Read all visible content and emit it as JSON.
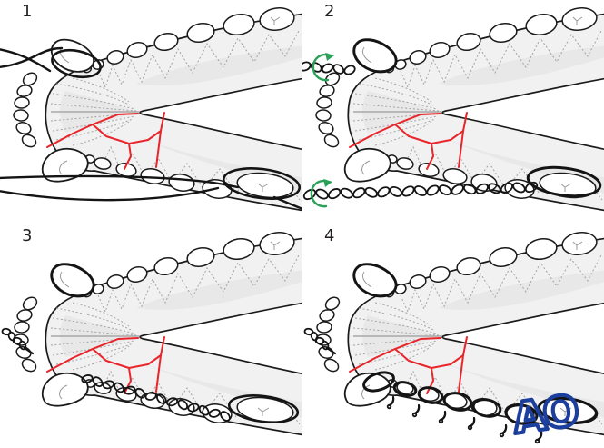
{
  "figure": {
    "panels": [
      {
        "number": "1"
      },
      {
        "number": "2"
      },
      {
        "number": "3"
      },
      {
        "number": "4"
      }
    ],
    "watermark_text": "AO",
    "icons": {
      "rotation_arrow": "circular-twist-arrow",
      "watermark": "ao-logo"
    },
    "colors": {
      "background": "#ffffff",
      "outline": "#1a1a1a",
      "bone_fill": "#f1f1f1",
      "bone_shade": "#e4e4e4",
      "tooth_fill": "#ffffff",
      "root_dots": "#a3a3a3",
      "fracture_red": "#e8252b",
      "wire_black": "#141414",
      "arrow_green": "#2aa158",
      "logo_blue": "#1c3f9e",
      "label_color": "#231f20"
    }
  }
}
